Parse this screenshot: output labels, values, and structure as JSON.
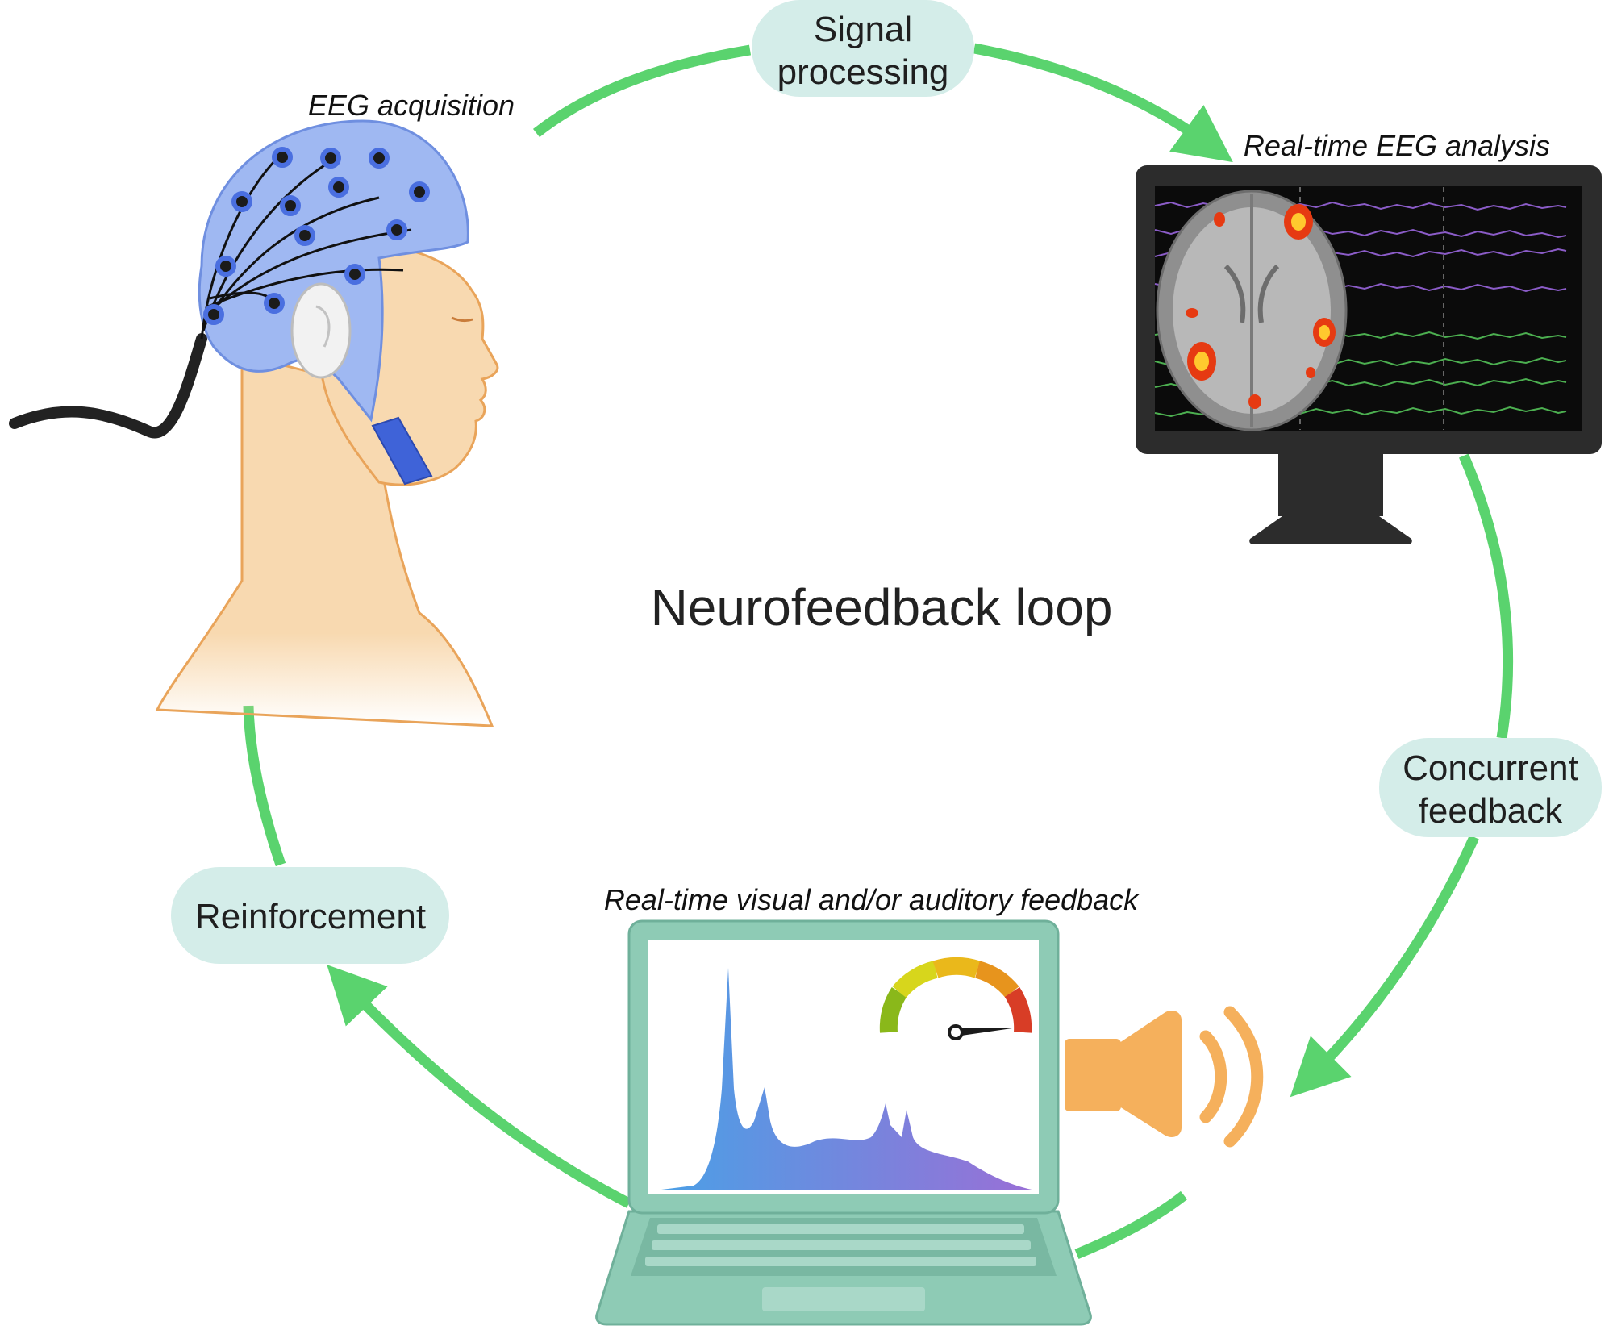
{
  "title": "Neurofeedback loop",
  "captions": {
    "acquisition": "EEG acquisition",
    "analysis": "Real-time EEG analysis",
    "feedback": "Real-time visual and/or auditory feedback"
  },
  "steps": {
    "signal_processing": [
      "Signal",
      "processing"
    ],
    "concurrent_feedback": [
      "Concurrent",
      "feedback"
    ],
    "reinforcement": "Reinforcement"
  },
  "colors": {
    "loop_arrow": "#5ad36e",
    "pill_fill": "#d4ede9",
    "monitor_frame": "#2c2c2c",
    "laptop_body": "#8ecbb5",
    "speaker": "#f5b05c",
    "cap": "#9fb8f2",
    "skin": "#f8d9b0"
  },
  "icons": {
    "head": "eeg-cap-head-icon",
    "monitor": "eeg-monitor-icon",
    "laptop": "feedback-laptop-icon",
    "speaker": "speaker-icon",
    "gauge": "gauge-icon"
  }
}
